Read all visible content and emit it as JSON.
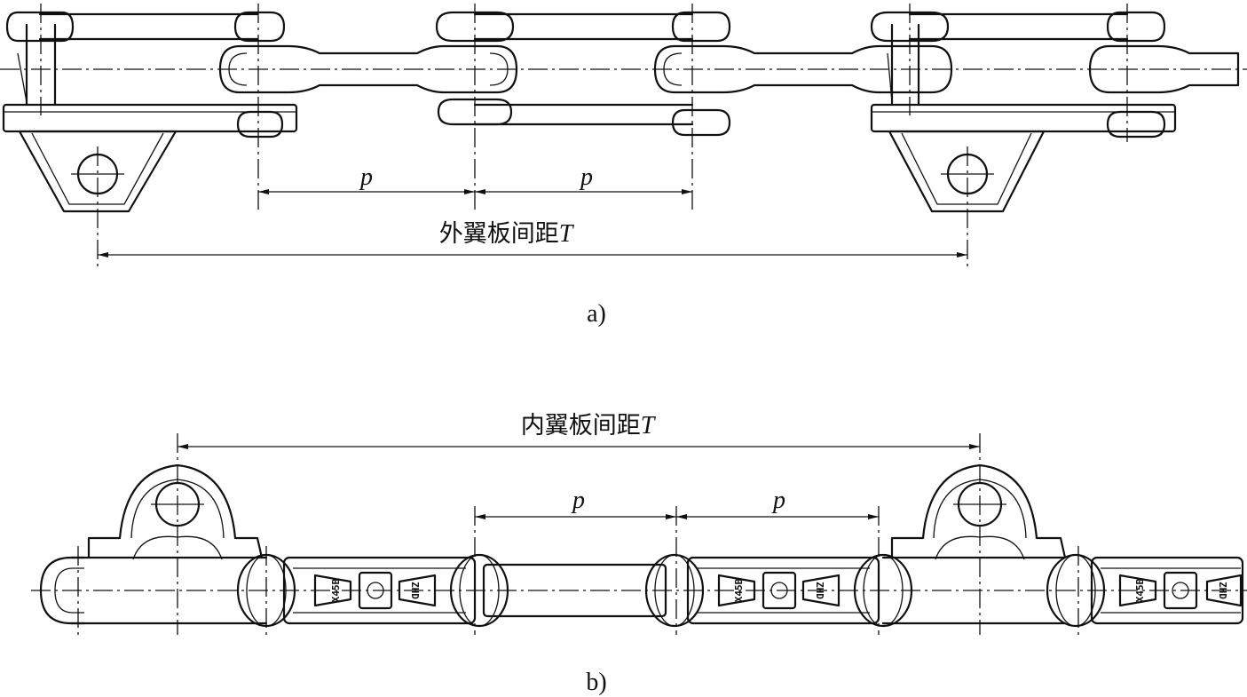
{
  "figure_a": {
    "pitch_label_1": "p",
    "pitch_label_2": "p",
    "spacing_label": "外翼板间距",
    "spacing_symbol": "T",
    "caption": "a)"
  },
  "figure_b": {
    "pitch_label_1": "p",
    "pitch_label_2": "p",
    "spacing_label": "内翼板间距",
    "spacing_symbol": "T",
    "caption": "b)",
    "link_marks": [
      "X45B",
      "ZHD",
      "X45B",
      "ZHD",
      "X45B",
      "ZHD"
    ]
  }
}
